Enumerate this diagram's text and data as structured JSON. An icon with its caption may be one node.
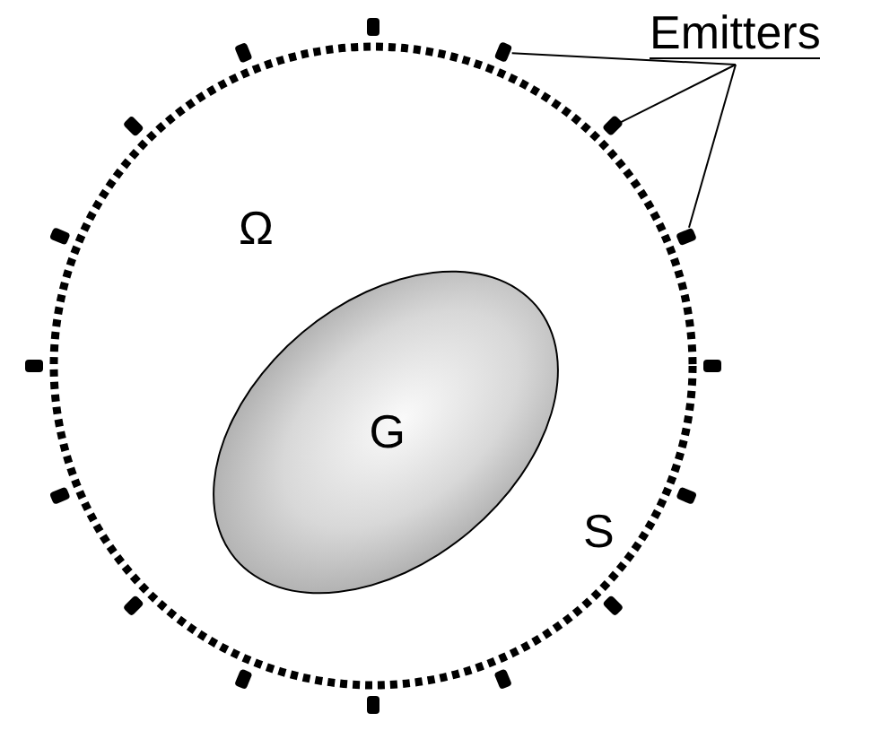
{
  "diagram": {
    "nodes": [
      {
        "text": [
          "Emitters"
        ]
      },
      {
        "text": [],
        "shape": "box"
      },
      {
        "text": [],
        "shape": "box"
      },
      {
        "text": [],
        "shape": "box"
      },
      {
        "text": [
          "G"
        ]
      }
    ],
    "edges": [
      {
        "from": 0,
        "to": 1,
        "arrow": "none"
      },
      {
        "from": 0,
        "to": 2,
        "arrow": "none"
      },
      {
        "from": 0,
        "to": 3,
        "arrow": "none"
      }
    ],
    "labels": [
      "Ω",
      "S"
    ]
  }
}
